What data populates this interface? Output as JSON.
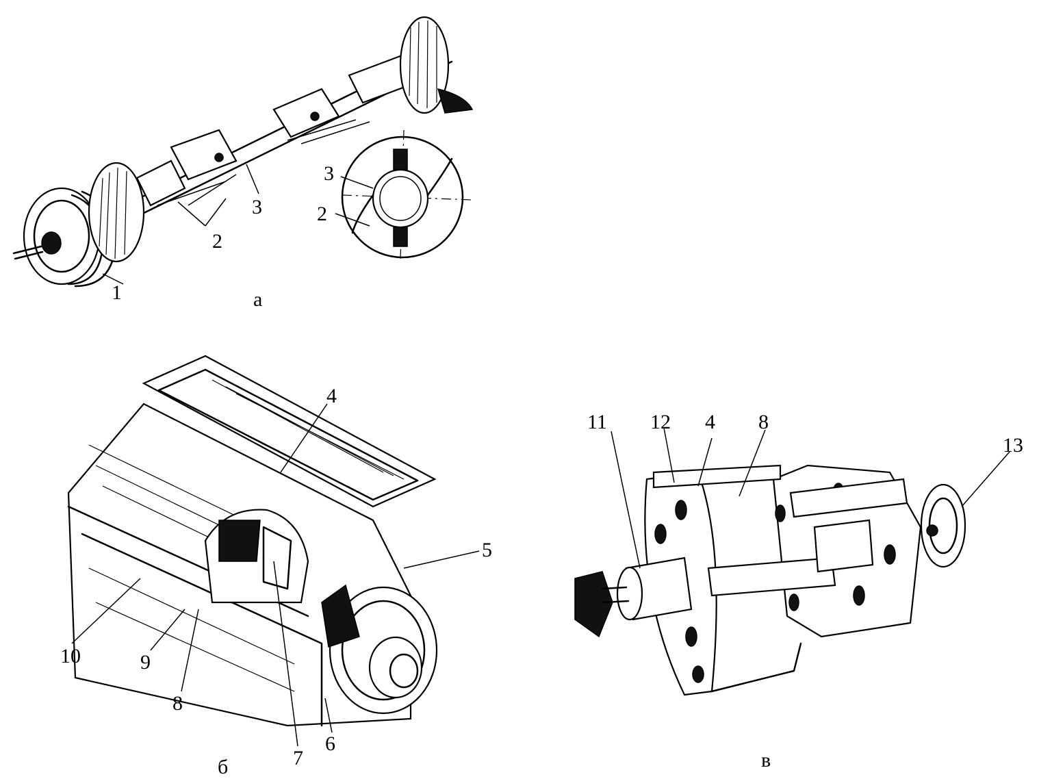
{
  "figure": {
    "panels": [
      {
        "id": "a",
        "caption": "а"
      },
      {
        "id": "b",
        "caption": "б"
      },
      {
        "id": "c",
        "caption": "в"
      }
    ],
    "callouts": {
      "a": [
        "1",
        "2",
        "3",
        "3",
        "2"
      ],
      "b": [
        "4",
        "5",
        "6",
        "7",
        "8",
        "9",
        "10"
      ],
      "c": [
        "11",
        "12",
        "4",
        "8",
        "13"
      ]
    }
  }
}
